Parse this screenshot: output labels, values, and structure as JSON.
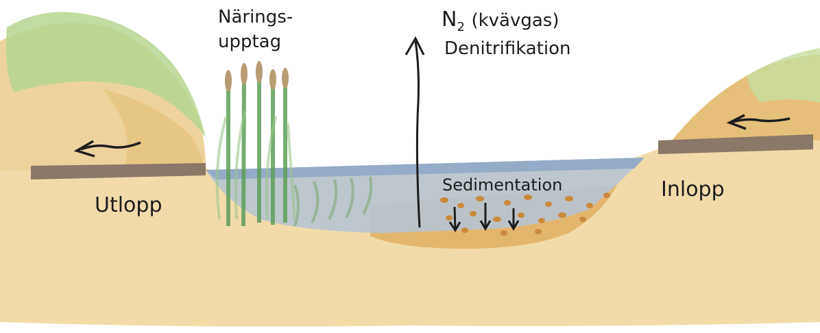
{
  "labels": {
    "uptake_line1": "Närings-",
    "uptake_line2": "upptag",
    "n2_symbol": "N",
    "n2_subscript": "2",
    "n2_paren": "(kvävgas)",
    "denitrification": "Denitrifikation",
    "sedimentation": "Sedimentation",
    "outlet": "Utlopp",
    "inlet": "Inlopp"
  },
  "colors": {
    "soil": "#f1dca9",
    "soil_dark": "#e6c07a",
    "bank_strip": "#8a7868",
    "water": "#b9c4d0",
    "water_top": "#8ea6c4",
    "sediment": "#e2b166",
    "grass": "#b6d58f",
    "reeds": "#5f9e5a",
    "ink": "#1c1c1c"
  },
  "icons": [
    "flow-arrow-left-icon",
    "denitrification-up-arrow-icon",
    "sediment-down-arrow-icon"
  ]
}
